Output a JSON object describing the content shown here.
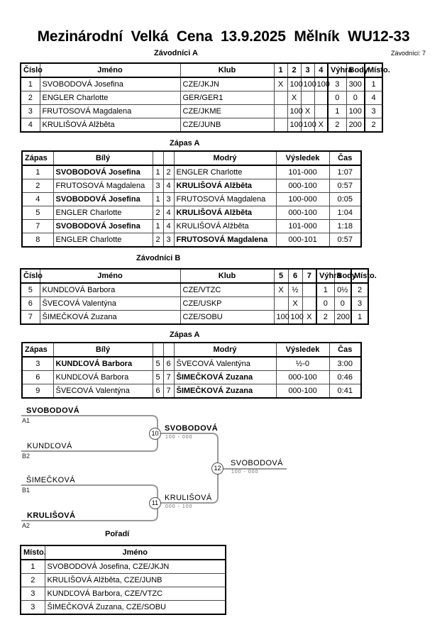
{
  "colors": {
    "bracket_line": "#999999",
    "score_text": "#6e6e6e",
    "thin_border": "#4a4a4a",
    "thick_border": "#000000"
  },
  "header": {
    "title": "Mezinárodní Velká Cena 13.9.2025 Mělník WU12-33",
    "competitors_label": "Závodníci: 7"
  },
  "group_a": {
    "title": "Závodníci A",
    "col_cislo": "Číslo",
    "col_jmeno": "Jméno",
    "col_klub": "Klub",
    "col_nums": [
      "1",
      "2",
      "3",
      "4"
    ],
    "col_vyhra": "Výhra",
    "col_body": "Body",
    "col_misto": "Místo.",
    "rows": [
      {
        "cislo": "1",
        "jmeno": "SVOBODOVÁ Josefina",
        "klub": "CZE/JKJN",
        "nums": [
          "X",
          "100",
          "100",
          "100"
        ],
        "vyhra": "3",
        "body": "300",
        "misto": "1"
      },
      {
        "cislo": "2",
        "jmeno": "ENGLER Charlotte",
        "klub": "GER/GER1",
        "nums": [
          "",
          "X",
          "",
          ""
        ],
        "vyhra": "0",
        "body": "0",
        "misto": "4"
      },
      {
        "cislo": "3",
        "jmeno": "FRUTOSOVÁ Magdalena",
        "klub": "CZE/JKME",
        "nums": [
          "",
          "100",
          "X",
          ""
        ],
        "vyhra": "1",
        "body": "100",
        "misto": "3"
      },
      {
        "cislo": "4",
        "jmeno": "KRULIŠOVÁ Alžběta",
        "klub": "CZE/JUNB",
        "nums": [
          "",
          "100",
          "100",
          "X"
        ],
        "vyhra": "2",
        "body": "200",
        "misto": "2"
      }
    ]
  },
  "matches_a": {
    "title": "Zápas A",
    "col_zapas": "Zápas",
    "col_bily": "Bílý",
    "col_modry": "Modrý",
    "col_vysledek": "Výsledek",
    "col_cas": "Čas",
    "rows": [
      {
        "zapas": "1",
        "bily": "SVOBODOVÁ Josefina",
        "bily_bold": true,
        "num_bily": "1",
        "num_modry": "2",
        "modry": "ENGLER Charlotte",
        "modry_bold": false,
        "vysledek": "101-000",
        "cas": "1:07"
      },
      {
        "zapas": "2",
        "bily": "FRUTOSOVÁ Magdalena",
        "bily_bold": false,
        "num_bily": "3",
        "num_modry": "4",
        "modry": "KRULIŠOVÁ Alžběta",
        "modry_bold": true,
        "vysledek": "000-100",
        "cas": "0:57"
      },
      {
        "zapas": "4",
        "bily": "SVOBODOVÁ Josefina",
        "bily_bold": true,
        "num_bily": "1",
        "num_modry": "3",
        "modry": "FRUTOSOVÁ Magdalena",
        "modry_bold": false,
        "vysledek": "100-000",
        "cas": "0:05"
      },
      {
        "zapas": "5",
        "bily": "ENGLER Charlotte",
        "bily_bold": false,
        "num_bily": "2",
        "num_modry": "4",
        "modry": "KRULIŠOVÁ Alžběta",
        "modry_bold": true,
        "vysledek": "000-100",
        "cas": "1:04"
      },
      {
        "zapas": "7",
        "bily": "SVOBODOVÁ Josefina",
        "bily_bold": true,
        "num_bily": "1",
        "num_modry": "4",
        "modry": "KRULIŠOVÁ Alžběta",
        "modry_bold": false,
        "vysledek": "101-000",
        "cas": "1:18"
      },
      {
        "zapas": "8",
        "bily": "ENGLER Charlotte",
        "bily_bold": false,
        "num_bily": "2",
        "num_modry": "3",
        "modry": "FRUTOSOVÁ Magdalena",
        "modry_bold": true,
        "vysledek": "000-101",
        "cas": "0:57"
      }
    ]
  },
  "group_b": {
    "title": "Závodníci B",
    "col_cislo": "Číslo",
    "col_jmeno": "Jméno",
    "col_klub": "Klub",
    "col_nums": [
      "5",
      "6",
      "7"
    ],
    "col_vyhra": "Výhra",
    "col_body": "Body",
    "col_misto": "Místo.",
    "rows": [
      {
        "cislo": "5",
        "jmeno": "KUNDĽOVÁ Barbora",
        "klub": "CZE/VTZC",
        "nums": [
          "X",
          "½",
          ""
        ],
        "vyhra": "1",
        "body": "0½",
        "misto": "2"
      },
      {
        "cislo": "6",
        "jmeno": "ŠVECOVÁ Valentýna",
        "klub": "CZE/USKP",
        "nums": [
          "",
          "X",
          ""
        ],
        "vyhra": "0",
        "body": "0",
        "misto": "3"
      },
      {
        "cislo": "7",
        "jmeno": "ŠIMEČKOVÁ Zuzana",
        "klub": "CZE/SOBU",
        "nums": [
          "100",
          "100",
          "X"
        ],
        "vyhra": "2",
        "body": "200",
        "misto": "1"
      }
    ]
  },
  "matches_b": {
    "title": "Zápas A",
    "col_zapas": "Zápas",
    "col_bily": "Bílý",
    "col_modry": "Modrý",
    "col_vysledek": "Výsledek",
    "col_cas": "Čas",
    "rows": [
      {
        "zapas": "3",
        "bily": "KUNDĽOVÁ Barbora",
        "bily_bold": true,
        "num_bily": "5",
        "num_modry": "6",
        "modry": "ŠVECOVÁ Valentýna",
        "modry_bold": false,
        "vysledek": "½-0",
        "cas": "3:00"
      },
      {
        "zapas": "6",
        "bily": "KUNDĽOVÁ Barbora",
        "bily_bold": false,
        "num_bily": "5",
        "num_modry": "7",
        "modry": "ŠIMEČKOVÁ Zuzana",
        "modry_bold": true,
        "vysledek": "000-100",
        "cas": "0:46"
      },
      {
        "zapas": "9",
        "bily": "ŠVECOVÁ Valentýna",
        "bily_bold": false,
        "num_bily": "6",
        "num_modry": "7",
        "modry": "ŠIMEČKOVÁ Zuzana",
        "modry_bold": true,
        "vysledek": "000-100",
        "cas": "0:41"
      }
    ]
  },
  "bracket": {
    "slots": [
      {
        "name": "SVOBODOVÁ",
        "seed": "A1",
        "bold": true
      },
      {
        "name": "KUNDĽOVÁ",
        "seed": "B2",
        "bold": false
      },
      {
        "name": "ŠIMEČKOVÁ",
        "seed": "B1",
        "bold": false
      },
      {
        "name": "KRULIŠOVÁ",
        "seed": "A2",
        "bold": true
      }
    ],
    "matches": [
      {
        "number": "10",
        "winner": "SVOBODOVÁ",
        "score": "100 - 000",
        "bold": true
      },
      {
        "number": "11",
        "winner": "KRULIŠOVÁ",
        "score": "000 - 100",
        "bold": false
      },
      {
        "number": "12",
        "winner": "SVOBODOVÁ",
        "score": "100 - 000",
        "bold": false
      }
    ]
  },
  "ranking": {
    "title": "Pořadí",
    "col_misto": "Místo.",
    "col_jmeno": "Jméno",
    "rows": [
      {
        "misto": "1",
        "jmeno": "SVOBODOVÁ Josefina, CZE/JKJN"
      },
      {
        "misto": "2",
        "jmeno": "KRULIŠOVÁ Alžběta, CZE/JUNB"
      },
      {
        "misto": "3",
        "jmeno": "KUNDĽOVÁ Barbora, CZE/VTZC"
      },
      {
        "misto": "3",
        "jmeno": "ŠIMEČKOVÁ Zuzana, CZE/SOBU"
      }
    ]
  }
}
